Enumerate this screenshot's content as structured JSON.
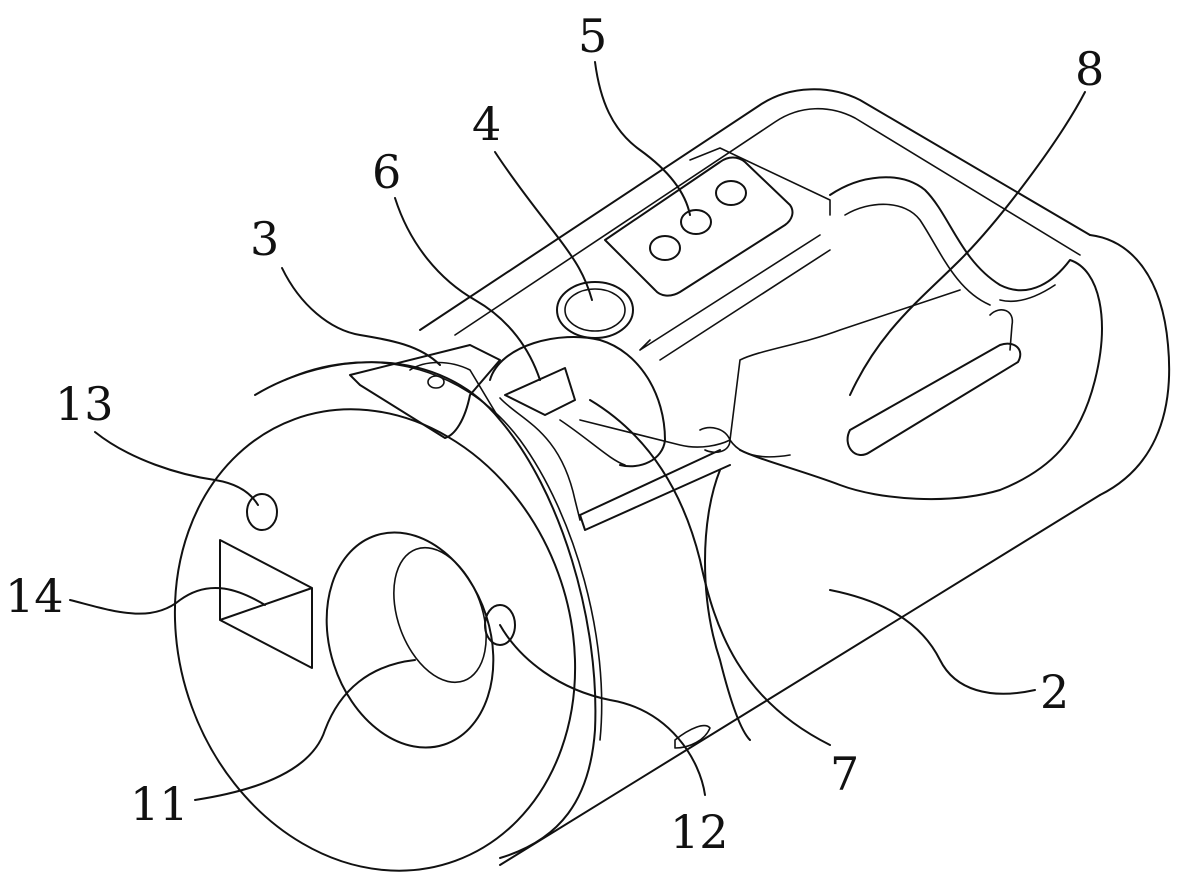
{
  "figure": {
    "callouts": [
      {
        "id": "c2",
        "text": "2"
      },
      {
        "id": "c3",
        "text": "3"
      },
      {
        "id": "c4",
        "text": "4"
      },
      {
        "id": "c5",
        "text": "5"
      },
      {
        "id": "c6",
        "text": "6"
      },
      {
        "id": "c7",
        "text": "7"
      },
      {
        "id": "c8",
        "text": "8"
      },
      {
        "id": "c11",
        "text": "11"
      },
      {
        "id": "c12",
        "text": "12"
      },
      {
        "id": "c13",
        "text": "13"
      },
      {
        "id": "c14",
        "text": "14"
      }
    ]
  }
}
